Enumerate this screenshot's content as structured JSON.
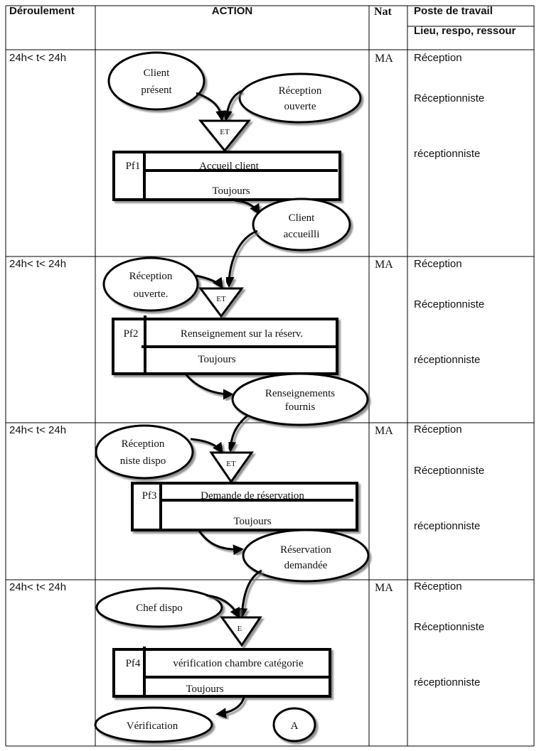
{
  "header": {
    "col_deroulement": "Déroulement",
    "col_action": "ACTION",
    "col_nat": "Nat",
    "col_poste": "Poste de travail",
    "col_poste_sub": "Lieu, respo, ressour"
  },
  "rows": [
    {
      "deroulement": "24h< t< 24h",
      "nat": "MA",
      "poste": [
        "Réception",
        "Réceptionniste",
        "réceptionniste"
      ],
      "inputs": [
        {
          "lines": [
            "Client",
            "présent"
          ]
        },
        {
          "lines": [
            "Réception",
            "ouverte"
          ]
        }
      ],
      "gate": "ET",
      "process": {
        "id": "Pf1",
        "title": "Accueil client",
        "condition": "Toujours"
      },
      "output": {
        "lines": [
          "Client",
          "accueilli"
        ]
      }
    },
    {
      "deroulement": "24h< t< 24h",
      "nat": "MA",
      "poste": [
        "Réception",
        "Réceptionniste",
        "réceptionniste"
      ],
      "inputs": [
        {
          "lines": [
            "Réception",
            "ouverte."
          ]
        }
      ],
      "gate": "ET",
      "process": {
        "id": "Pf2",
        "title": "Renseignement sur la réserv.",
        "condition": "Toujours"
      },
      "output": {
        "lines": [
          "Renseignements",
          "fournis"
        ]
      }
    },
    {
      "deroulement": "24h< t< 24h",
      "nat": "MA",
      "poste": [
        "Réception",
        "Réceptionniste",
        "réceptionniste"
      ],
      "inputs": [
        {
          "lines": [
            "Réception",
            "niste dispo"
          ]
        }
      ],
      "gate": "ET",
      "process": {
        "id": "Pf3",
        "title": "Demande de réservation",
        "condition": "Toujours"
      },
      "output": {
        "lines": [
          "Réservation",
          "demandée"
        ]
      }
    },
    {
      "deroulement": "24h< t< 24h",
      "nat": "MA",
      "poste": [
        "Réception",
        "Réceptionniste",
        "réceptionniste"
      ],
      "inputs": [
        {
          "lines": [
            "Chef dispo"
          ]
        }
      ],
      "gate": "E",
      "process": {
        "id": "Pf4",
        "title": "vérification chambre catégorie",
        "condition": "Toujours"
      },
      "output": {
        "lines": [
          "Vérification"
        ]
      },
      "connector": "A"
    }
  ]
}
